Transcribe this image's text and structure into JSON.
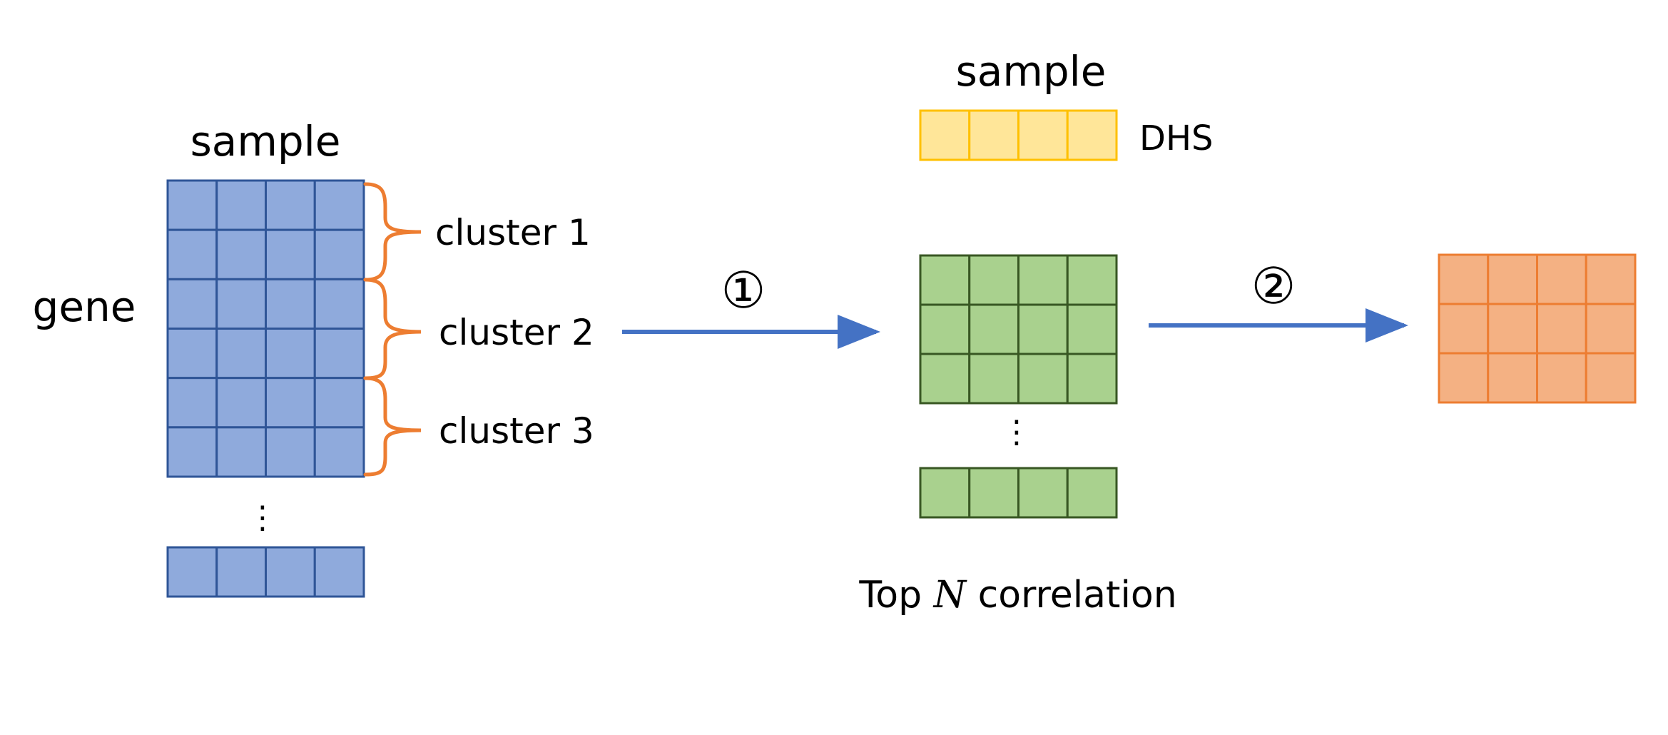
{
  "labels": {
    "gene_sample": "sample",
    "gene": "gene",
    "cluster_1": "cluster 1",
    "cluster_2": "cluster 2",
    "cluster_3": "cluster 3",
    "dhs_sample": "sample",
    "dhs": "DHS",
    "step_1": "①",
    "step_2": "②",
    "ellipsis_left": "⋮",
    "ellipsis_mid": "⋮",
    "top_prefix": "Top ",
    "top_n": "N",
    "top_suffix": " correlation"
  },
  "colors": {
    "blue_fill": "#8faadc",
    "blue_stroke": "#2f5597",
    "yellow_fill": "#ffe699",
    "yellow_stroke": "#ffc000",
    "green_fill": "#a9d18e",
    "green_stroke": "#385723",
    "orange_fill": "#f4b183",
    "orange_stroke": "#ed7d31",
    "brace": "#ed7d31",
    "arrow": "#4472c4"
  },
  "grids": {
    "gene_matrix": {
      "rows": 6,
      "cols": 4
    },
    "gene_row_extra": {
      "rows": 1,
      "cols": 4
    },
    "dhs_row": {
      "rows": 1,
      "cols": 4
    },
    "correlation_matrix": {
      "rows": 3,
      "cols": 4
    },
    "correlation_row_extra": {
      "rows": 1,
      "cols": 4
    },
    "output_matrix": {
      "rows": 3,
      "cols": 4
    }
  }
}
